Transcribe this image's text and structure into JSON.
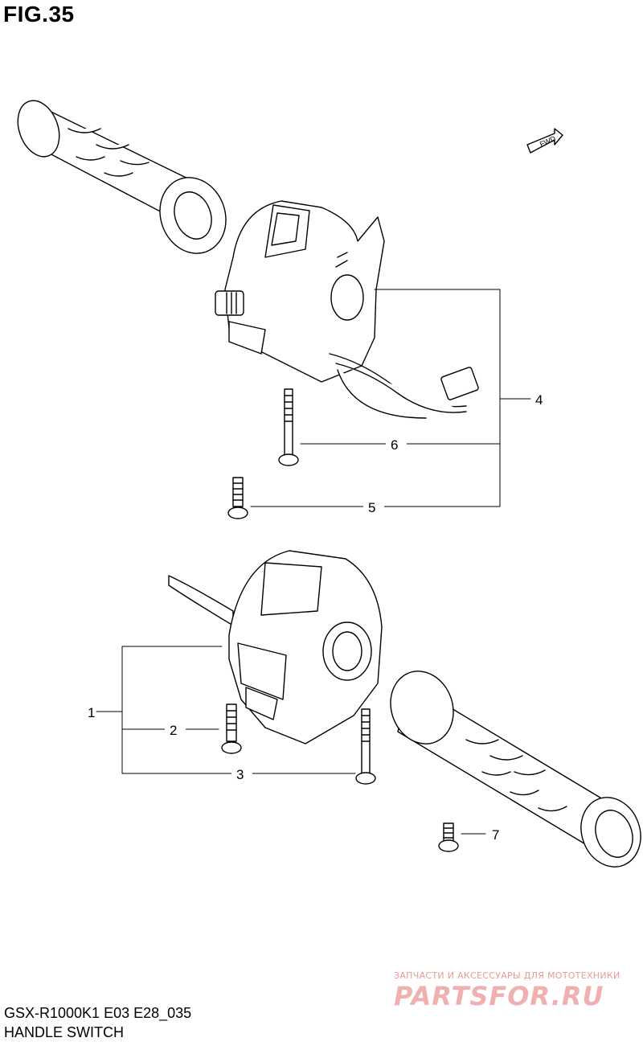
{
  "figure": {
    "title": "FIG.35",
    "model_code": "GSX-R1000K1 E03 E28_035",
    "section_name": "HANDLE SWITCH"
  },
  "direction_marker": {
    "label": "FWD"
  },
  "callouts": [
    {
      "num": "1",
      "part": "right-handle-switch-assembly"
    },
    {
      "num": "2",
      "part": "screw-short"
    },
    {
      "num": "3",
      "part": "screw-long"
    },
    {
      "num": "4",
      "part": "left-handle-switch-assembly"
    },
    {
      "num": "5",
      "part": "screw-short"
    },
    {
      "num": "6",
      "part": "screw-long"
    },
    {
      "num": "7",
      "part": "screw-grip"
    }
  ],
  "watermark": {
    "tagline": "ЗАПЧАСТИ И АКСЕССУАРЫ ДЛЯ МОТОТЕХНИКИ",
    "site": "PARTSFOR.RU"
  },
  "colors": {
    "line": "#000000",
    "part_fill": "#f2f2f2",
    "watermark": "#e8a0a0"
  }
}
